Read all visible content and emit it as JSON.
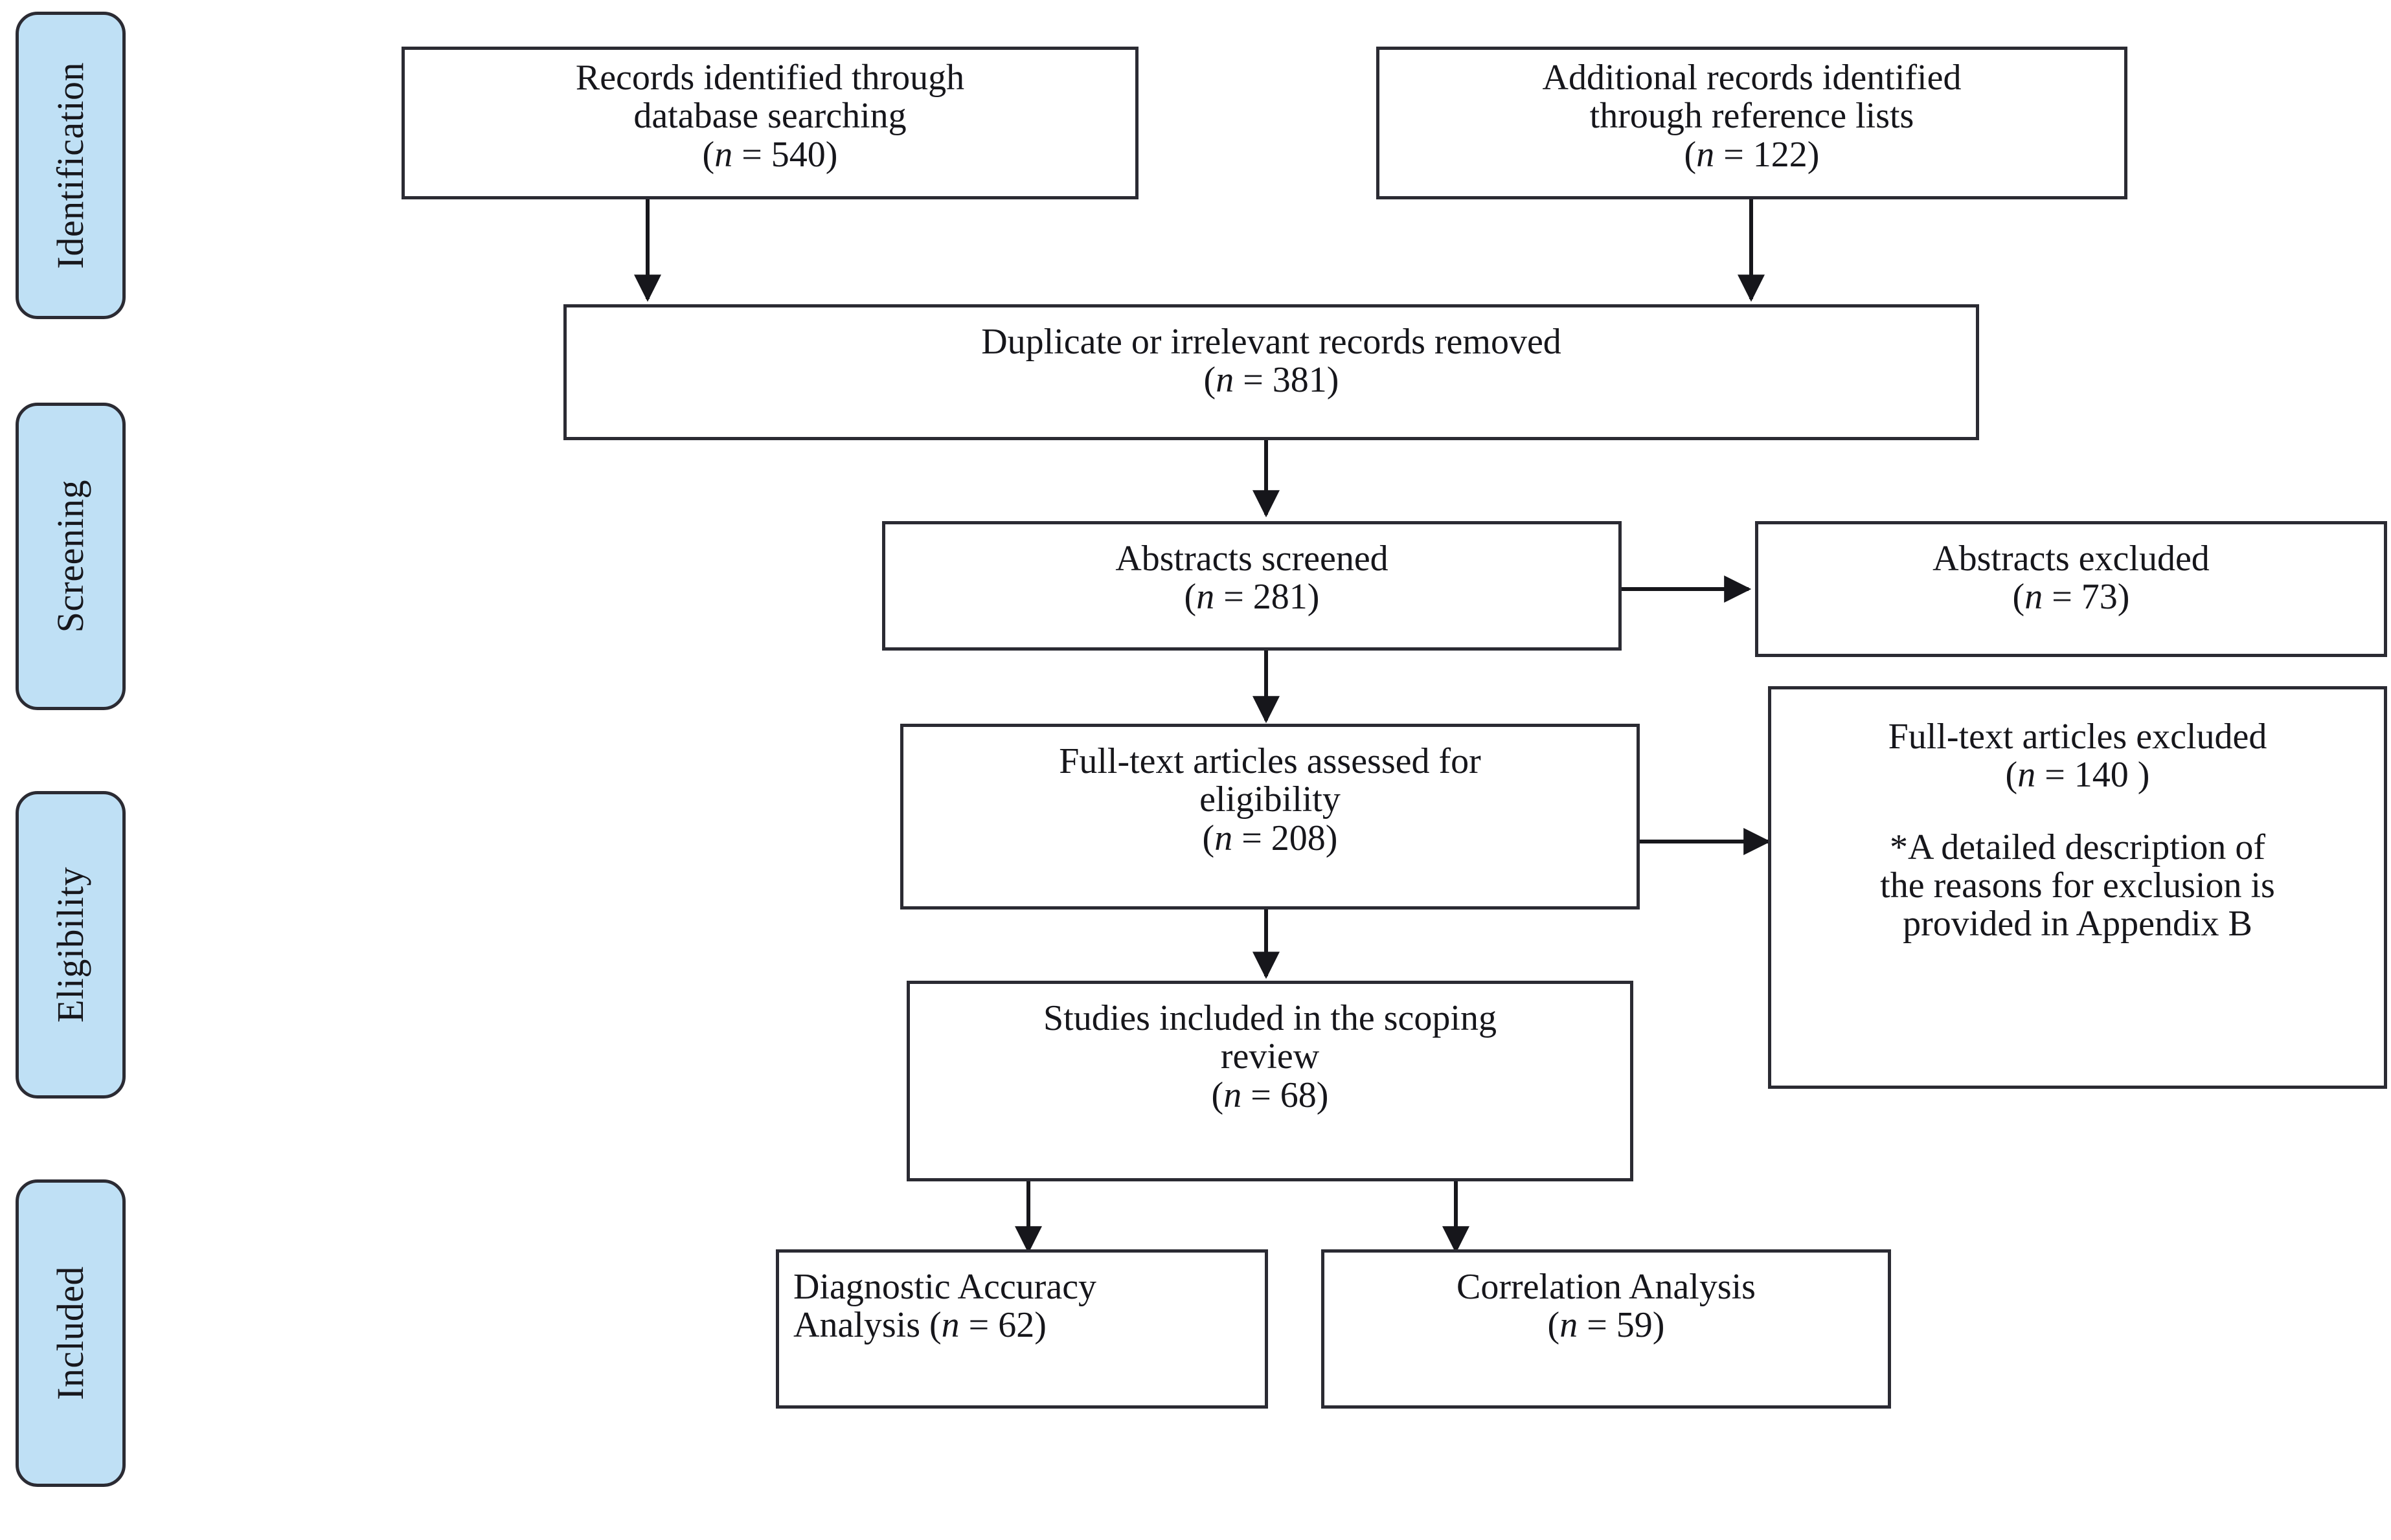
{
  "diagram": {
    "type": "prisma-flow-diagram",
    "title": "PRISMA scoping review flow diagram",
    "accent_color": "#bfe0f5",
    "line_color": "#2b2b33",
    "background": "#ffffff"
  },
  "stages": [
    {
      "id": "identification",
      "label": "Identification"
    },
    {
      "id": "screening",
      "label": "Screening"
    },
    {
      "id": "eligibility",
      "label": "Eligibility"
    },
    {
      "id": "included",
      "label": "Included"
    }
  ],
  "boxes": {
    "records_database": {
      "line1": "Records identified through",
      "line2": "database searching",
      "n_prefix": "(",
      "n_italic": "n",
      "n_value": " = 540)",
      "count": 540
    },
    "records_reference": {
      "line1": "Additional records identified",
      "line2": "through reference lists",
      "n_prefix": "(",
      "n_italic": "n",
      "n_value": " = 122)",
      "count": 122
    },
    "duplicates_removed": {
      "line1": "Duplicate or irrelevant records removed",
      "n_prefix": "(",
      "n_italic": "n",
      "n_value": " = 381)",
      "count": 381
    },
    "abstracts_screened": {
      "line1": "Abstracts screened",
      "n_prefix": "(",
      "n_italic": "n",
      "n_value": " = 281)",
      "count": 281
    },
    "abstracts_excluded": {
      "line1": "Abstracts excluded",
      "n_prefix": "(",
      "n_italic": "n",
      "n_value": " = 73)",
      "count": 73
    },
    "fulltext_assessed": {
      "line1": "Full-text articles assessed for",
      "line2": "eligibility",
      "n_prefix": "(",
      "n_italic": "n",
      "n_value": " = 208)",
      "count": 208
    },
    "fulltext_excluded": {
      "line1": "Full-text articles excluded",
      "n_prefix": "(",
      "n_italic": "n",
      "n_value": " = 140 )",
      "count": 140,
      "note_line1": "*A detailed description of",
      "note_line2": "the reasons for exclusion is",
      "note_line3": "provided in Appendix B"
    },
    "studies_included": {
      "line1": "Studies included in the scoping",
      "line2": "review",
      "n_prefix": "(",
      "n_italic": "n",
      "n_value": " = 68)",
      "count": 68
    },
    "diagnostic_accuracy": {
      "line1": "Diagnostic Accuracy",
      "line2_pre": "Analysis (",
      "n_italic": "n",
      "n_value": " = 62)",
      "count": 62
    },
    "correlation_analysis": {
      "line1": "Correlation Analysis",
      "n_prefix": "(",
      "n_italic": "n",
      "n_value": " = 59)",
      "count": 59
    }
  }
}
